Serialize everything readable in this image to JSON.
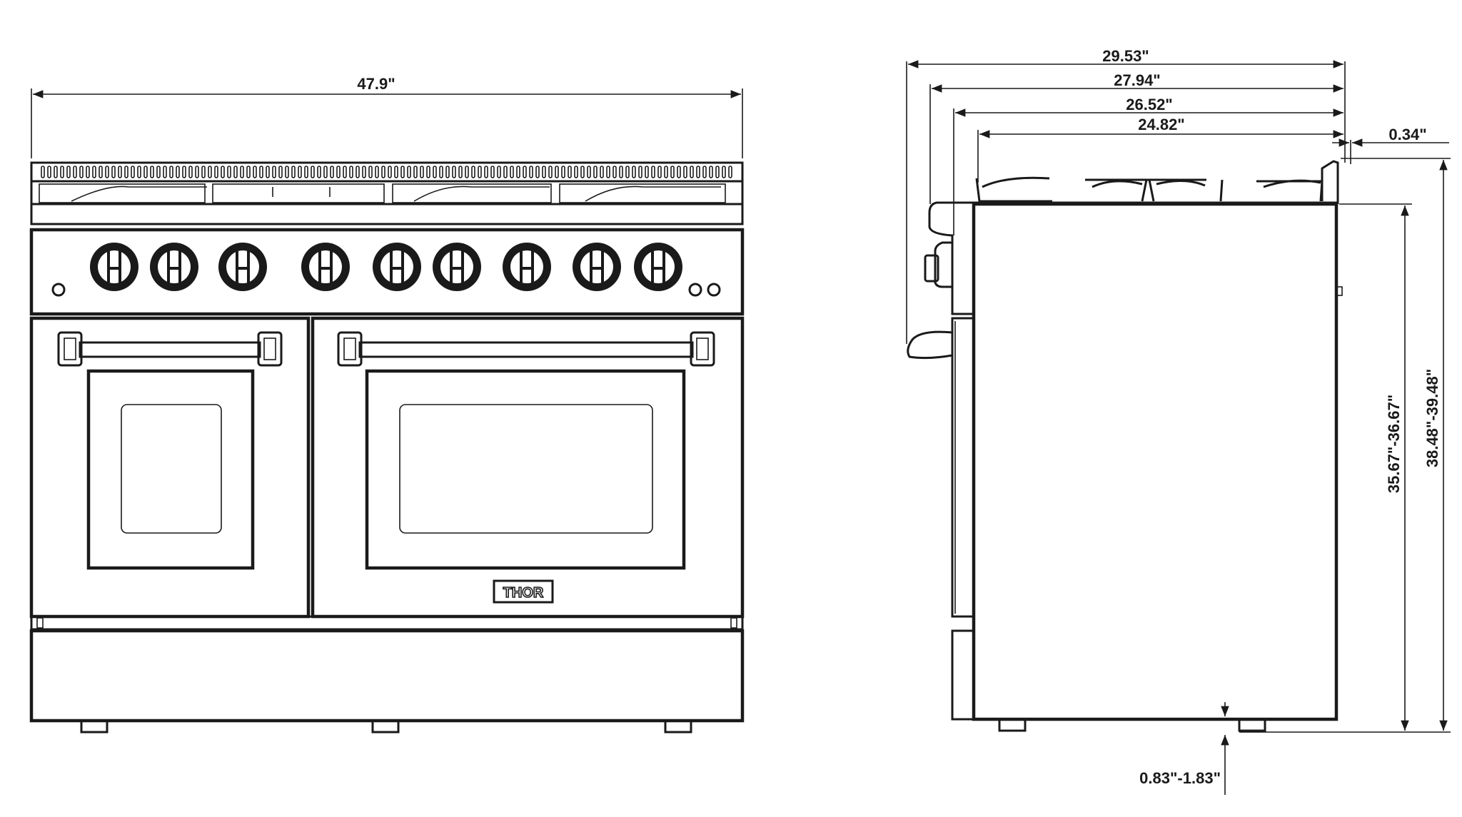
{
  "brand": {
    "logo_text": "THOR"
  },
  "front_view": {
    "width_label": "47.9\""
  },
  "side_view": {
    "depth_labels": [
      "29.53\"",
      "27.94\"",
      "26.52\"",
      "24.82\""
    ],
    "backguard_label": "0.34\"",
    "height_cooktop_label": "35.67\"-36.67\"",
    "height_overall_label": "38.48\"-39.48\"",
    "leg_adjust_label": "0.83\"-1.83\""
  },
  "colors": {
    "line": "#1a1a1a",
    "background": "#ffffff"
  }
}
